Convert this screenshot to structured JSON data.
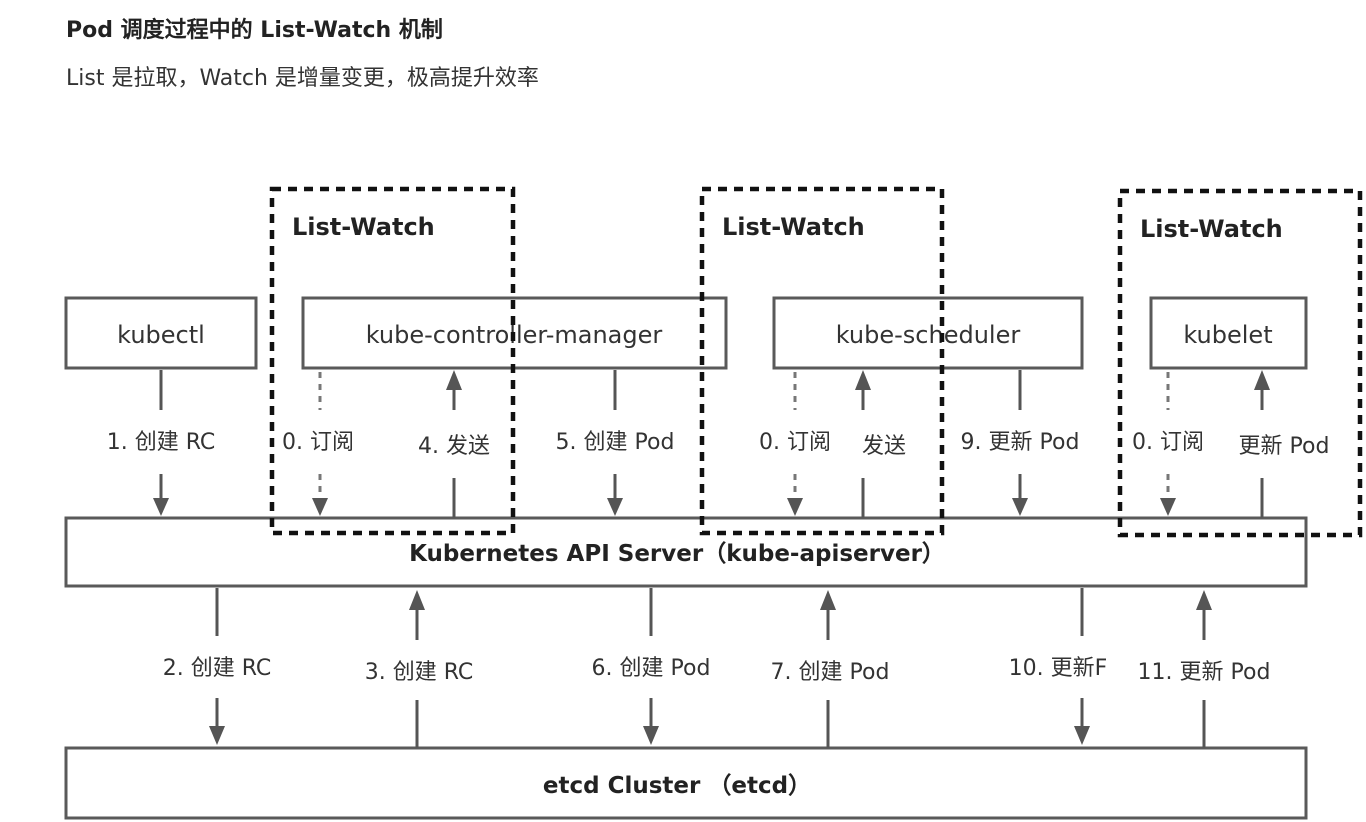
{
  "header": {
    "title": "Pod 调度过程中的 List-Watch 机制",
    "subtitle": "List 是拉取，Watch 是增量变更，极高提升效率"
  },
  "components": {
    "kubectl": "kubectl",
    "controller_manager": "kube-controller-manager",
    "scheduler": "kube-scheduler",
    "kubelet": "kubelet",
    "api_server": "Kubernetes API Server（kube-apiserver）",
    "etcd": "etcd  Cluster （etcd）"
  },
  "list_watch_groups": [
    {
      "label": "List-Watch"
    },
    {
      "label": "List-Watch"
    },
    {
      "label": "List-Watch"
    }
  ],
  "edges_top": [
    {
      "label": "1. 创建 RC",
      "from": "kubectl",
      "to": "api_server",
      "style": "solid"
    },
    {
      "label": "0. 订阅",
      "from": "kube-controller-manager",
      "to": "api_server",
      "style": "dotted"
    },
    {
      "label": "4. 发送",
      "from": "api_server",
      "to": "kube-controller-manager",
      "style": "solid"
    },
    {
      "label": "5. 创建 Pod",
      "from": "kube-controller-manager",
      "to": "api_server",
      "style": "solid"
    },
    {
      "label": "0. 订阅",
      "from": "kube-scheduler",
      "to": "api_server",
      "style": "dotted"
    },
    {
      "label": "发送",
      "from": "api_server",
      "to": "kube-scheduler",
      "style": "solid"
    },
    {
      "label": "9. 更新 Pod",
      "from": "kube-scheduler",
      "to": "api_server",
      "style": "solid"
    },
    {
      "label": "0. 订阅",
      "from": "kubelet",
      "to": "api_server",
      "style": "dotted"
    },
    {
      "label": "更新 Pod",
      "from": "api_server",
      "to": "kubelet",
      "style": "solid"
    }
  ],
  "edges_bottom": [
    {
      "label": "2. 创建 RC",
      "from": "api_server",
      "to": "etcd"
    },
    {
      "label": "3. 创建 RC",
      "from": "etcd",
      "to": "api_server"
    },
    {
      "label": "6. 创建 Pod",
      "from": "api_server",
      "to": "etcd"
    },
    {
      "label": "7. 创建 Pod",
      "from": "etcd",
      "to": "api_server"
    },
    {
      "label": "10. 更新F",
      "from": "api_server",
      "to": "etcd"
    },
    {
      "label": "11. 更新 Pod",
      "from": "etcd",
      "to": "api_server"
    }
  ],
  "colors": {
    "box_stroke": "#5a5a5a",
    "arrow": "#555555",
    "dashed_border": "#111111"
  }
}
